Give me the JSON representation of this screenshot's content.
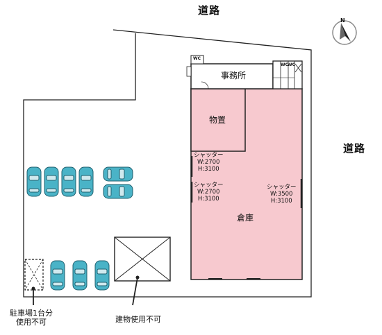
{
  "roads": {
    "top": "道路",
    "right": "道路"
  },
  "compass": {
    "north": "N"
  },
  "rooms": {
    "office": "事務所",
    "storage": "物置",
    "warehouse": "倉庫",
    "wc_left": "WC",
    "wc_right_1": "WC",
    "wc_right_2": "WC"
  },
  "shutters": [
    {
      "label": "シャッター",
      "width": "W:2700",
      "height": "H:3100"
    },
    {
      "label": "シャッター",
      "width": "W:2700",
      "height": "H:3100"
    },
    {
      "label": "シャッター",
      "width": "W:3500",
      "height": "H:3100"
    }
  ],
  "notes": {
    "parking_unusable_line1": "駐車場1台分",
    "parking_unusable_line2": "使用不可",
    "building_unusable": "建物使用不可"
  },
  "colors": {
    "warehouse_fill": "#f7c9cf",
    "car": "#4ab3c7",
    "wall": "#222222"
  },
  "parking": {
    "car_count": 9,
    "unusable_spaces": 1
  }
}
